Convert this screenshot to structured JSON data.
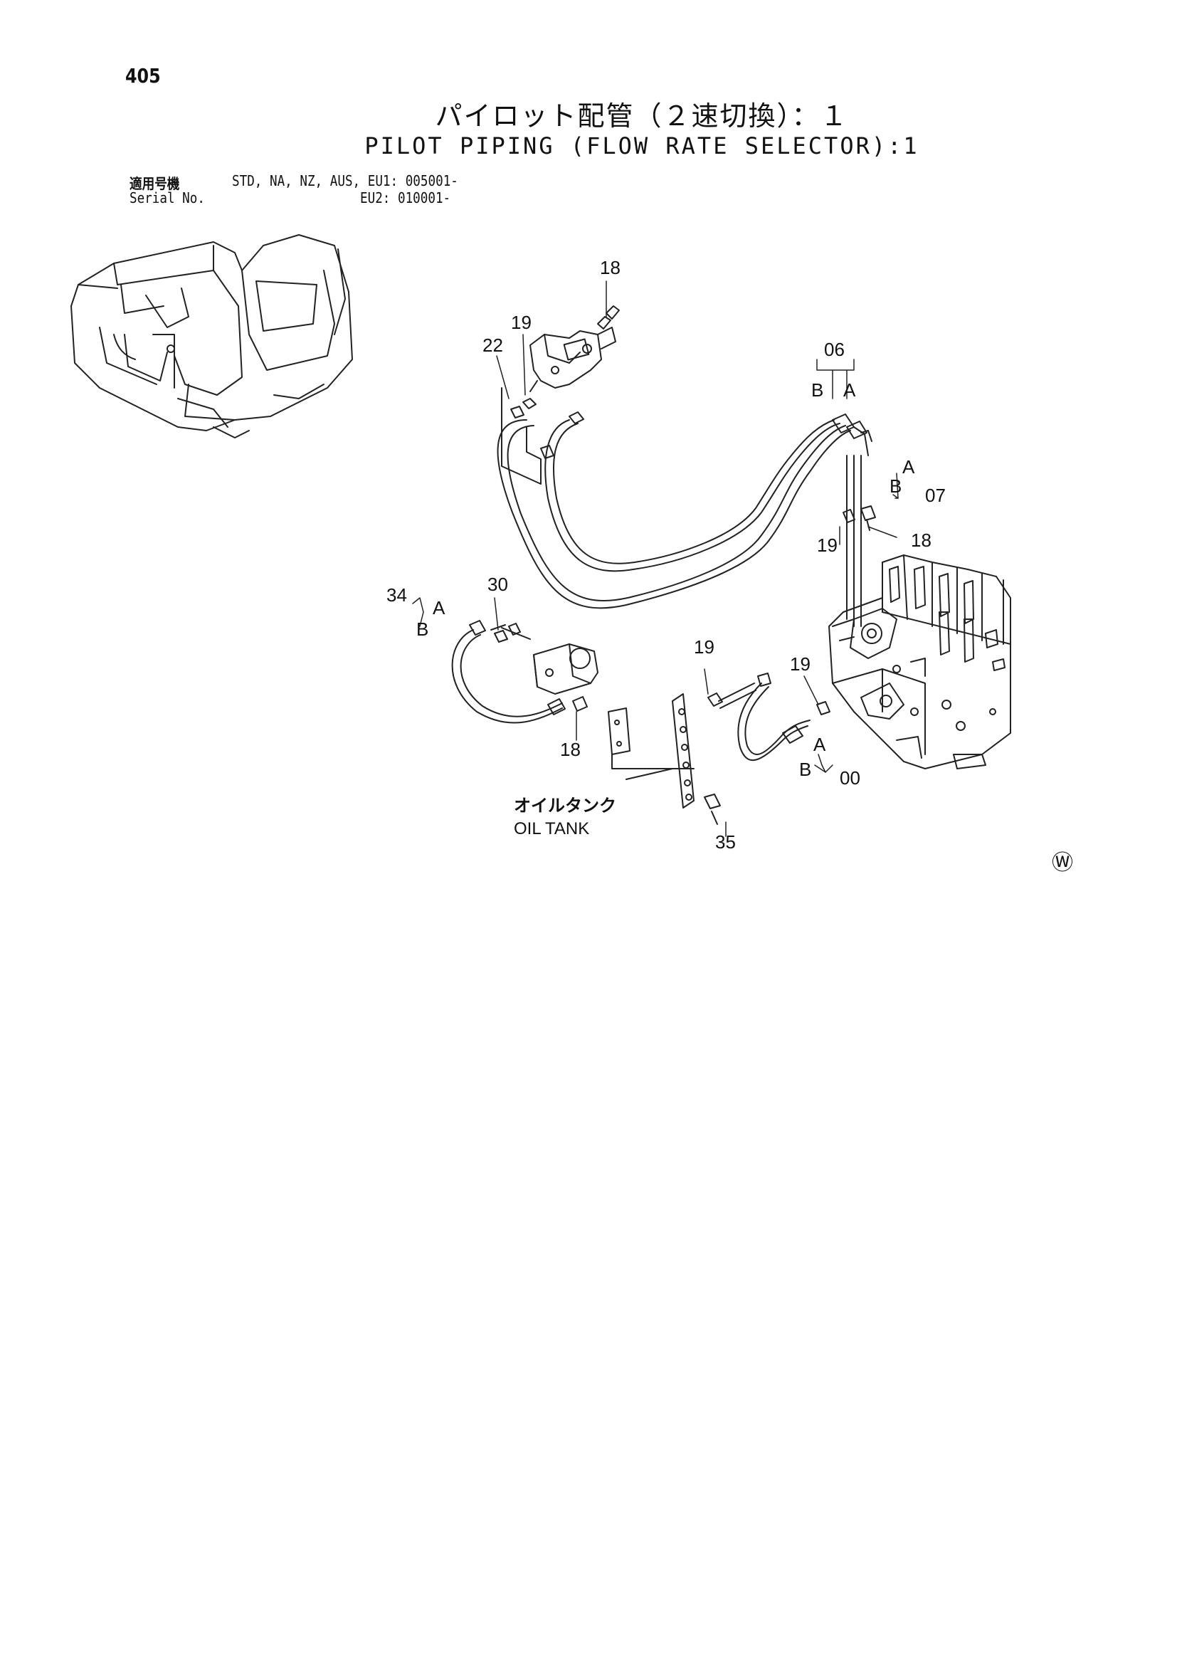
{
  "page_number": "405",
  "title_jp": "パイロット配管（２速切換）：１",
  "title_en": "PILOT PIPING (FLOW RATE SELECTOR):1",
  "serial": {
    "label_jp": "適用号機",
    "label_en": "Serial No.",
    "line1": "STD, NA, NZ, AUS, EU1: 005001-",
    "line2": "EU2: 010001-"
  },
  "callouts": {
    "c18_top": "18",
    "c19_top": "19",
    "c22": "22",
    "c06": "06",
    "c06_B": "B",
    "c06_A": "A",
    "c07_A": "A",
    "c07_B": "B",
    "c07": "07",
    "c19_mid": "19",
    "c18_mid": "18",
    "c34": "34",
    "c34_A": "A",
    "c34_B": "B",
    "c30": "30",
    "c18_low": "18",
    "c19_low1": "19",
    "c19_low2": "19",
    "c00_A": "A",
    "c00_B": "B",
    "c00": "00",
    "c35": "35"
  },
  "oil_tank": {
    "jp": "オイルタンク",
    "en": "OIL TANK"
  },
  "watermark": "Ⓦ"
}
